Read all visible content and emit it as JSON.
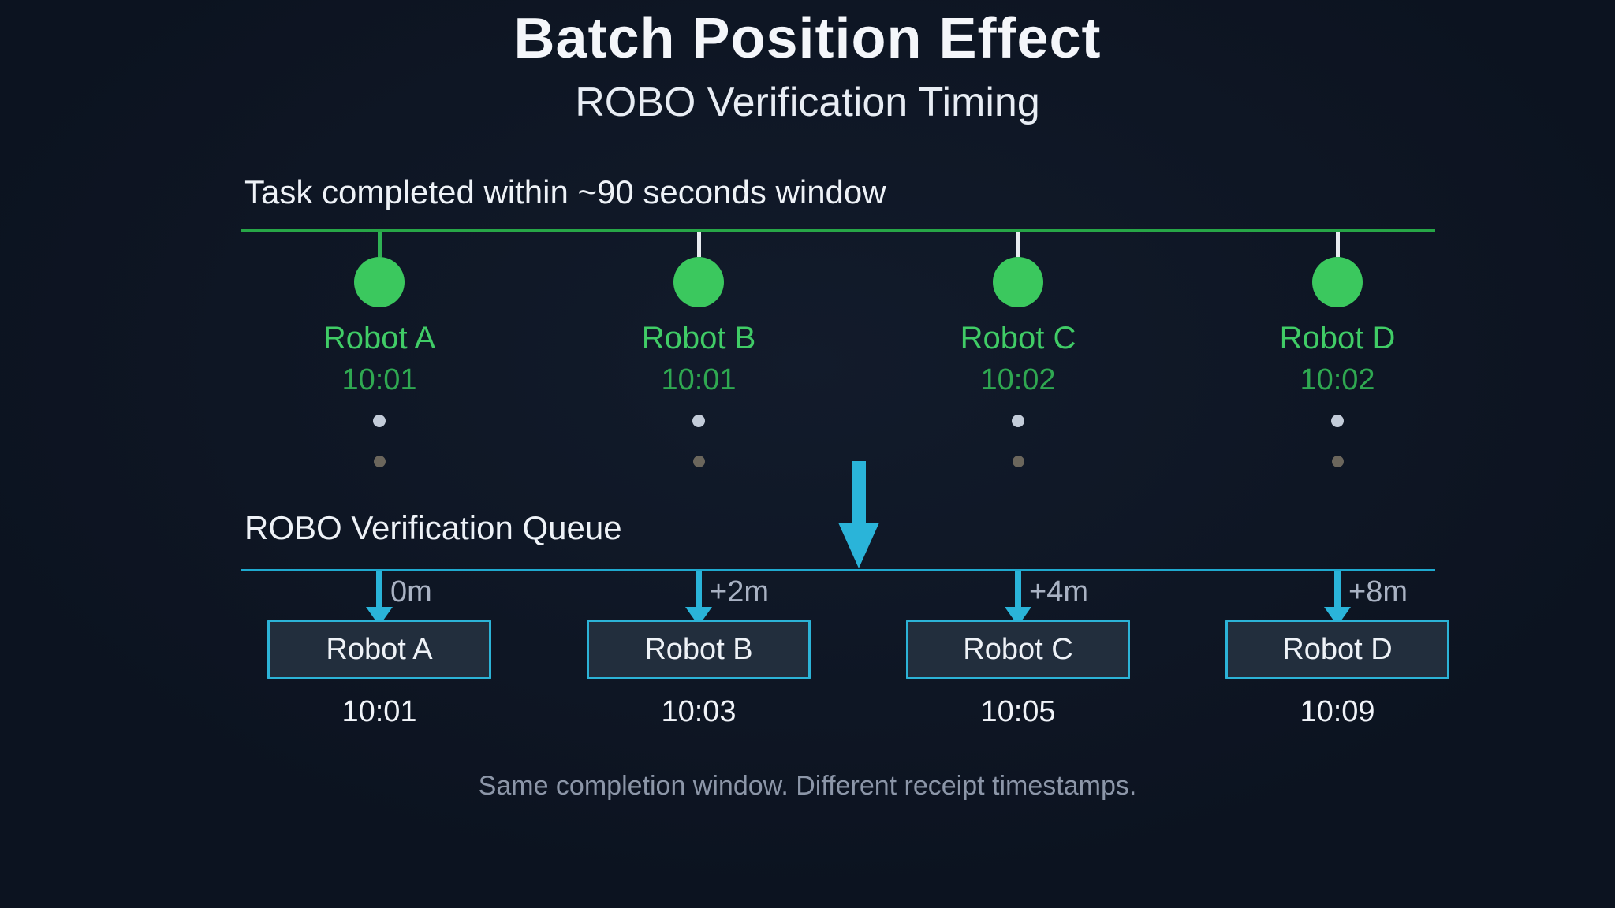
{
  "title": "Batch Position Effect",
  "subtitle": "ROBO Verification Timing",
  "completion_section": {
    "heading": "Task completed within ~90 seconds window",
    "robots": [
      {
        "name": "Robot A",
        "time": "10:01"
      },
      {
        "name": "Robot B",
        "time": "10:01"
      },
      {
        "name": "Robot C",
        "time": "10:02"
      },
      {
        "name": "Robot D",
        "time": "10:02"
      }
    ]
  },
  "queue_section": {
    "heading": "ROBO Verification Queue",
    "robots": [
      {
        "name": "Robot A",
        "offset": "0m",
        "time": "10:01"
      },
      {
        "name": "Robot B",
        "offset": "+2m",
        "time": "10:03"
      },
      {
        "name": "Robot C",
        "offset": "+4m",
        "time": "10:05"
      },
      {
        "name": "Robot D",
        "offset": "+8m",
        "time": "10:09"
      }
    ]
  },
  "footer": "Same completion window. Different receipt timestamps.",
  "colors": {
    "background": "#0c1320",
    "timeline_green": "#27a647",
    "marker_green": "#3bc85e",
    "label_green": "#40cc66",
    "cyan": "#2ab4d9",
    "box_fill": "#222e3d",
    "muted_text": "#a9b2c3",
    "white_text": "#eef2f7"
  }
}
